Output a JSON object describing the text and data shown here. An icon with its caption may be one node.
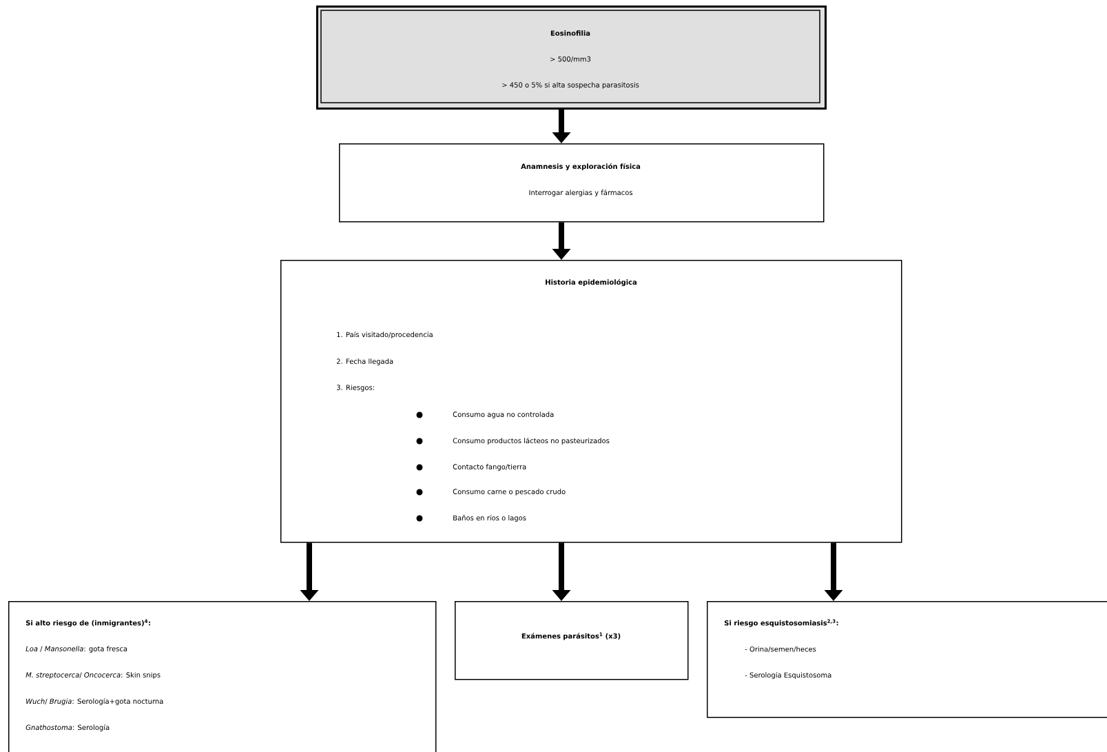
{
  "diagram": {
    "nodes": [
      {
        "text": [
          "Eosinofilia",
          "> 500/mm3",
          "> 450  o 5% si alta sospecha parasitosis"
        ]
      },
      {
        "text": [
          "Anamnesis y exploración física",
          "Interrogar alergias y fármacos"
        ]
      },
      {
        "text": [
          "Historia epidemiológica",
          "1. País visitado/procedencia",
          "2. Fecha llegada",
          "3. Riesgos:",
          "Consumo agua no controlada",
          "Consumo productos lácteos no pasteurizados",
          "Contacto fango/tierra",
          "Consumo carne o pescado crudo",
          "Baños en ríos o lagos"
        ]
      },
      {
        "text": [
          "Si alto riesgo de (inmigrantes)$^{4}$:",
          "*Loa* / *Mansonella*: gota fresca",
          "*M. streptocerca*/ *Oncocerca*: Skin snips",
          "*Wuch*/ *Brugia*: Serología+gota nocturna",
          "*Gnathostoma*: Serología"
        ]
      },
      {
        "text": [
          "Exámenes parásitos$^{1}$ (x3)"
        ]
      },
      {
        "text": [
          "Si riesgo esquistosomiasis$^{2,3}$:",
          "- Orina/semen/heces",
          "- Serología Esquistosoma"
        ]
      }
    ],
    "edges": [
      {
        "from": 0,
        "to": 1,
        "arrow": "to"
      },
      {
        "from": 1,
        "to": 2,
        "arrow": "to"
      },
      {
        "from": 2,
        "to": 3,
        "arrow": "to"
      },
      {
        "from": 2,
        "to": 4,
        "arrow": "to"
      },
      {
        "from": 2,
        "to": 5,
        "arrow": "to"
      }
    ]
  }
}
